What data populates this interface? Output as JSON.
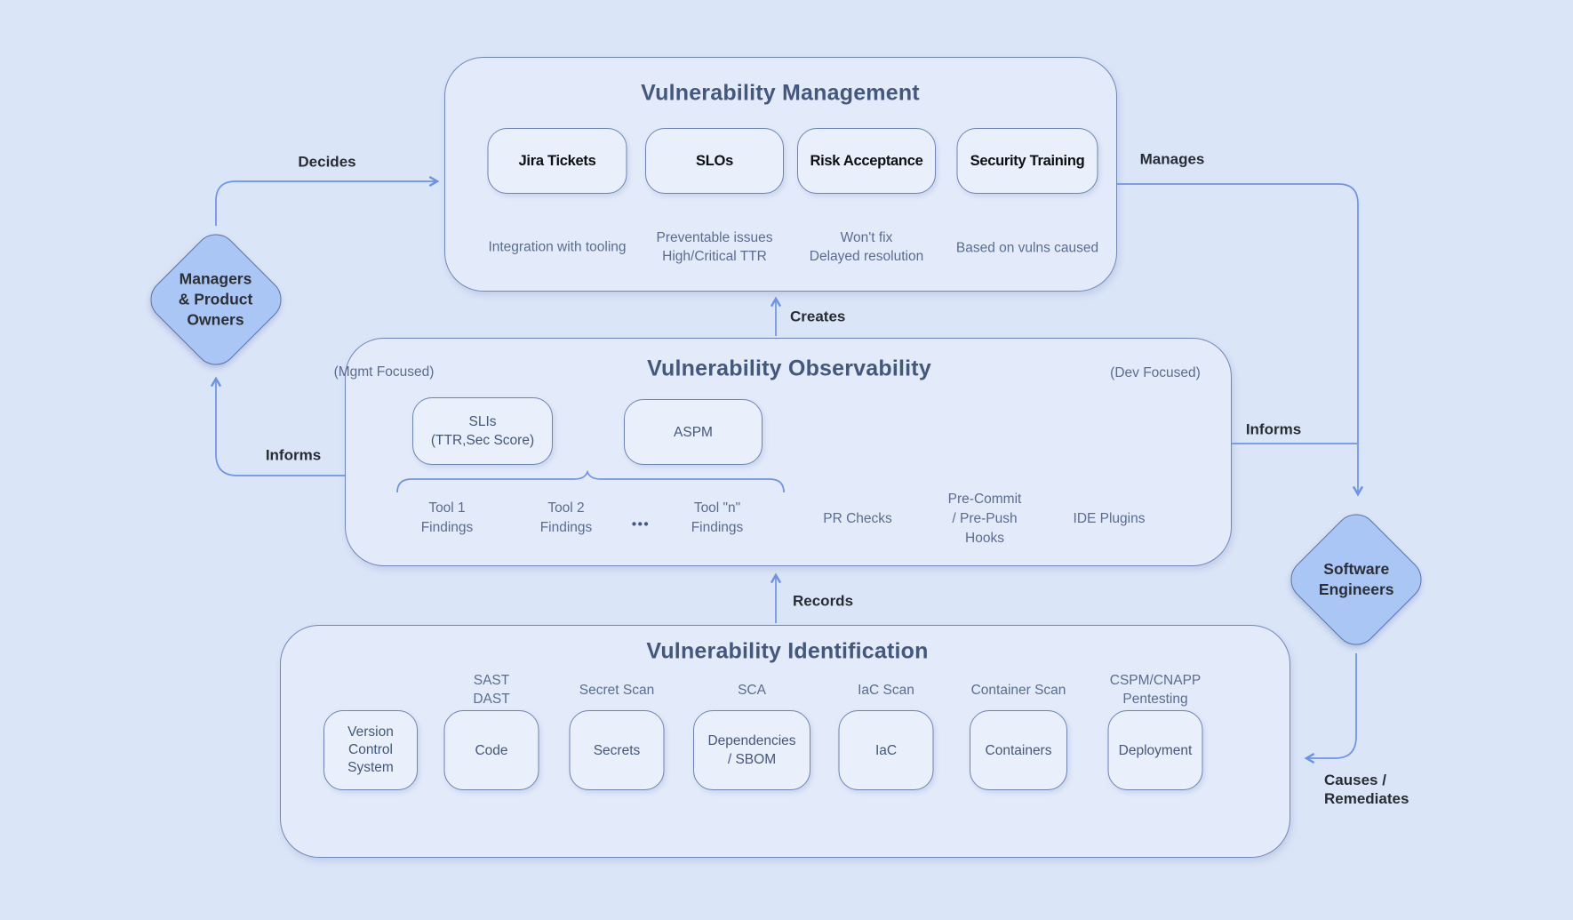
{
  "actors": {
    "managers": {
      "label": "Managers\n& Product\nOwners"
    },
    "engineers": {
      "label": "Software\nEngineers"
    }
  },
  "edges": {
    "decides": "Decides",
    "manages": "Manages",
    "creates": "Creates",
    "records": "Records",
    "informs_left": "Informs",
    "informs_right": "Informs",
    "causes_remediates": "Causes /\nRemediates"
  },
  "management": {
    "title": "Vulnerability Management",
    "items": [
      {
        "label": "Jira Tickets",
        "caption": "Integration with tooling"
      },
      {
        "label": "SLOs",
        "caption": "Preventable issues\nHigh/Critical TTR"
      },
      {
        "label": "Risk Acceptance",
        "caption": "Won't fix\nDelayed resolution"
      },
      {
        "label": "Security Training",
        "caption": "Based on vulns caused"
      }
    ]
  },
  "observability": {
    "title": "Vulnerability Observability",
    "mgmt_tag": "(Mgmt Focused)",
    "dev_tag": "(Dev Focused)",
    "slis_box": "SLIs\n(TTR,Sec Score)",
    "aspm_box": "ASPM",
    "tool_findings": [
      "Tool 1\nFindings",
      "Tool 2\nFindings",
      "•••",
      "Tool \"n\"\nFindings"
    ],
    "dev_items": [
      "PR Checks",
      "Pre-Commit\n/ Pre-Push\nHooks",
      "IDE Plugins"
    ]
  },
  "identification": {
    "title": "Vulnerability Identification",
    "items": [
      {
        "scan": "",
        "label": "Version\nControl\nSystem"
      },
      {
        "scan": "SAST\nDAST",
        "label": "Code"
      },
      {
        "scan": "Secret Scan",
        "label": "Secrets"
      },
      {
        "scan": "SCA",
        "label": "Dependencies\n/ SBOM"
      },
      {
        "scan": "IaC Scan",
        "label": "IaC"
      },
      {
        "scan": "Container Scan",
        "label": "Containers"
      },
      {
        "scan": "CSPM/CNAPP\nPentesting",
        "label": "Deployment"
      }
    ]
  },
  "colors": {
    "background": "#dbe5f8",
    "container_fill": "#e3ebfa",
    "box_fill": "#e9effb",
    "border": "#7286b8",
    "box_border": "#6d83b4",
    "diamond_fill": "#a9c6f4",
    "diamond_border": "#5b74a9",
    "arrow": "#6d93e8",
    "title_text": "#44577d",
    "caption_text": "#5a6c91",
    "label_text": "#21262c"
  }
}
